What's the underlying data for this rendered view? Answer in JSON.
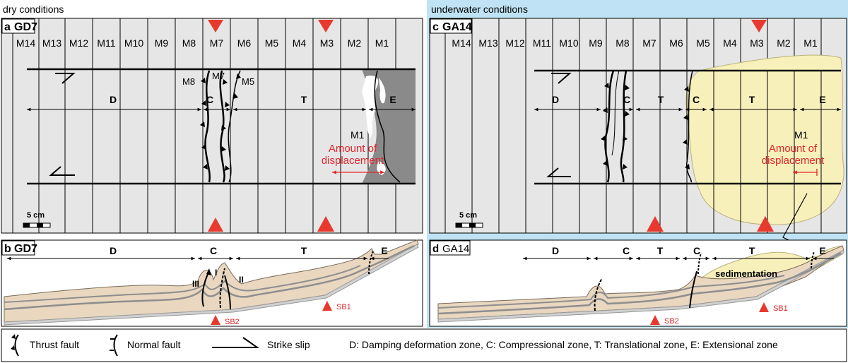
{
  "headers": {
    "left": "dry conditions",
    "right": "underwater conditions"
  },
  "colors": {
    "panel_gray": "#e6e6e6",
    "right_bg": "#bfe3f4",
    "sand": "#e9d7bf",
    "sand_layer": "#8e8e8e",
    "sediment": "#f7f0ba",
    "dark_gray": "#8a8a8a",
    "triangle_red": "#e8392e",
    "red_text": "#e1262c"
  },
  "panel_a": {
    "letter": "a",
    "id": "GD7",
    "markers": [
      "M14",
      "M13",
      "M12",
      "M11",
      "M10",
      "M9",
      "M8",
      "M7",
      "M6",
      "M5",
      "M4",
      "M3",
      "M2",
      "M1"
    ],
    "zones": [
      "D",
      "C",
      "T",
      "E"
    ],
    "labels": {
      "m8": "M8",
      "m7": "M7",
      "m5": "M5",
      "m1": "M1"
    },
    "displacement": [
      "Amount of",
      "displacement"
    ],
    "scale": "5 cm"
  },
  "panel_c": {
    "letter": "c",
    "id": "GA14",
    "markers": [
      "M14",
      "M13",
      "M12",
      "M11",
      "M10",
      "M9",
      "M8",
      "M7",
      "M6",
      "M5",
      "M4",
      "M3",
      "M2",
      "M1"
    ],
    "zones": [
      "D",
      "C",
      "T",
      "C",
      "T",
      "E"
    ],
    "labels": {
      "m1": "M1"
    },
    "displacement": [
      "Amount of",
      "displacement"
    ],
    "scale": "5 cm"
  },
  "panel_b": {
    "letter": "b",
    "id": "GD7",
    "zones": [
      "D",
      "C",
      "T",
      "E"
    ],
    "faults": [
      "III",
      "I",
      "II"
    ],
    "sb": [
      "SB2",
      "SB1"
    ]
  },
  "panel_d": {
    "letter": "d",
    "id": "GA14",
    "zones": [
      "D",
      "C",
      "T",
      "C",
      "T",
      "E"
    ],
    "sedimentation": "sedimentation",
    "sb": [
      "SB2",
      "SB1"
    ]
  },
  "legend": {
    "thrust": "Thrust fault",
    "normal": "Normal fault",
    "strike": "Strike slip",
    "definition": "D: Damping deformation zone, C: Compressional zone, T: Translational zone, E: Extensional zone"
  }
}
